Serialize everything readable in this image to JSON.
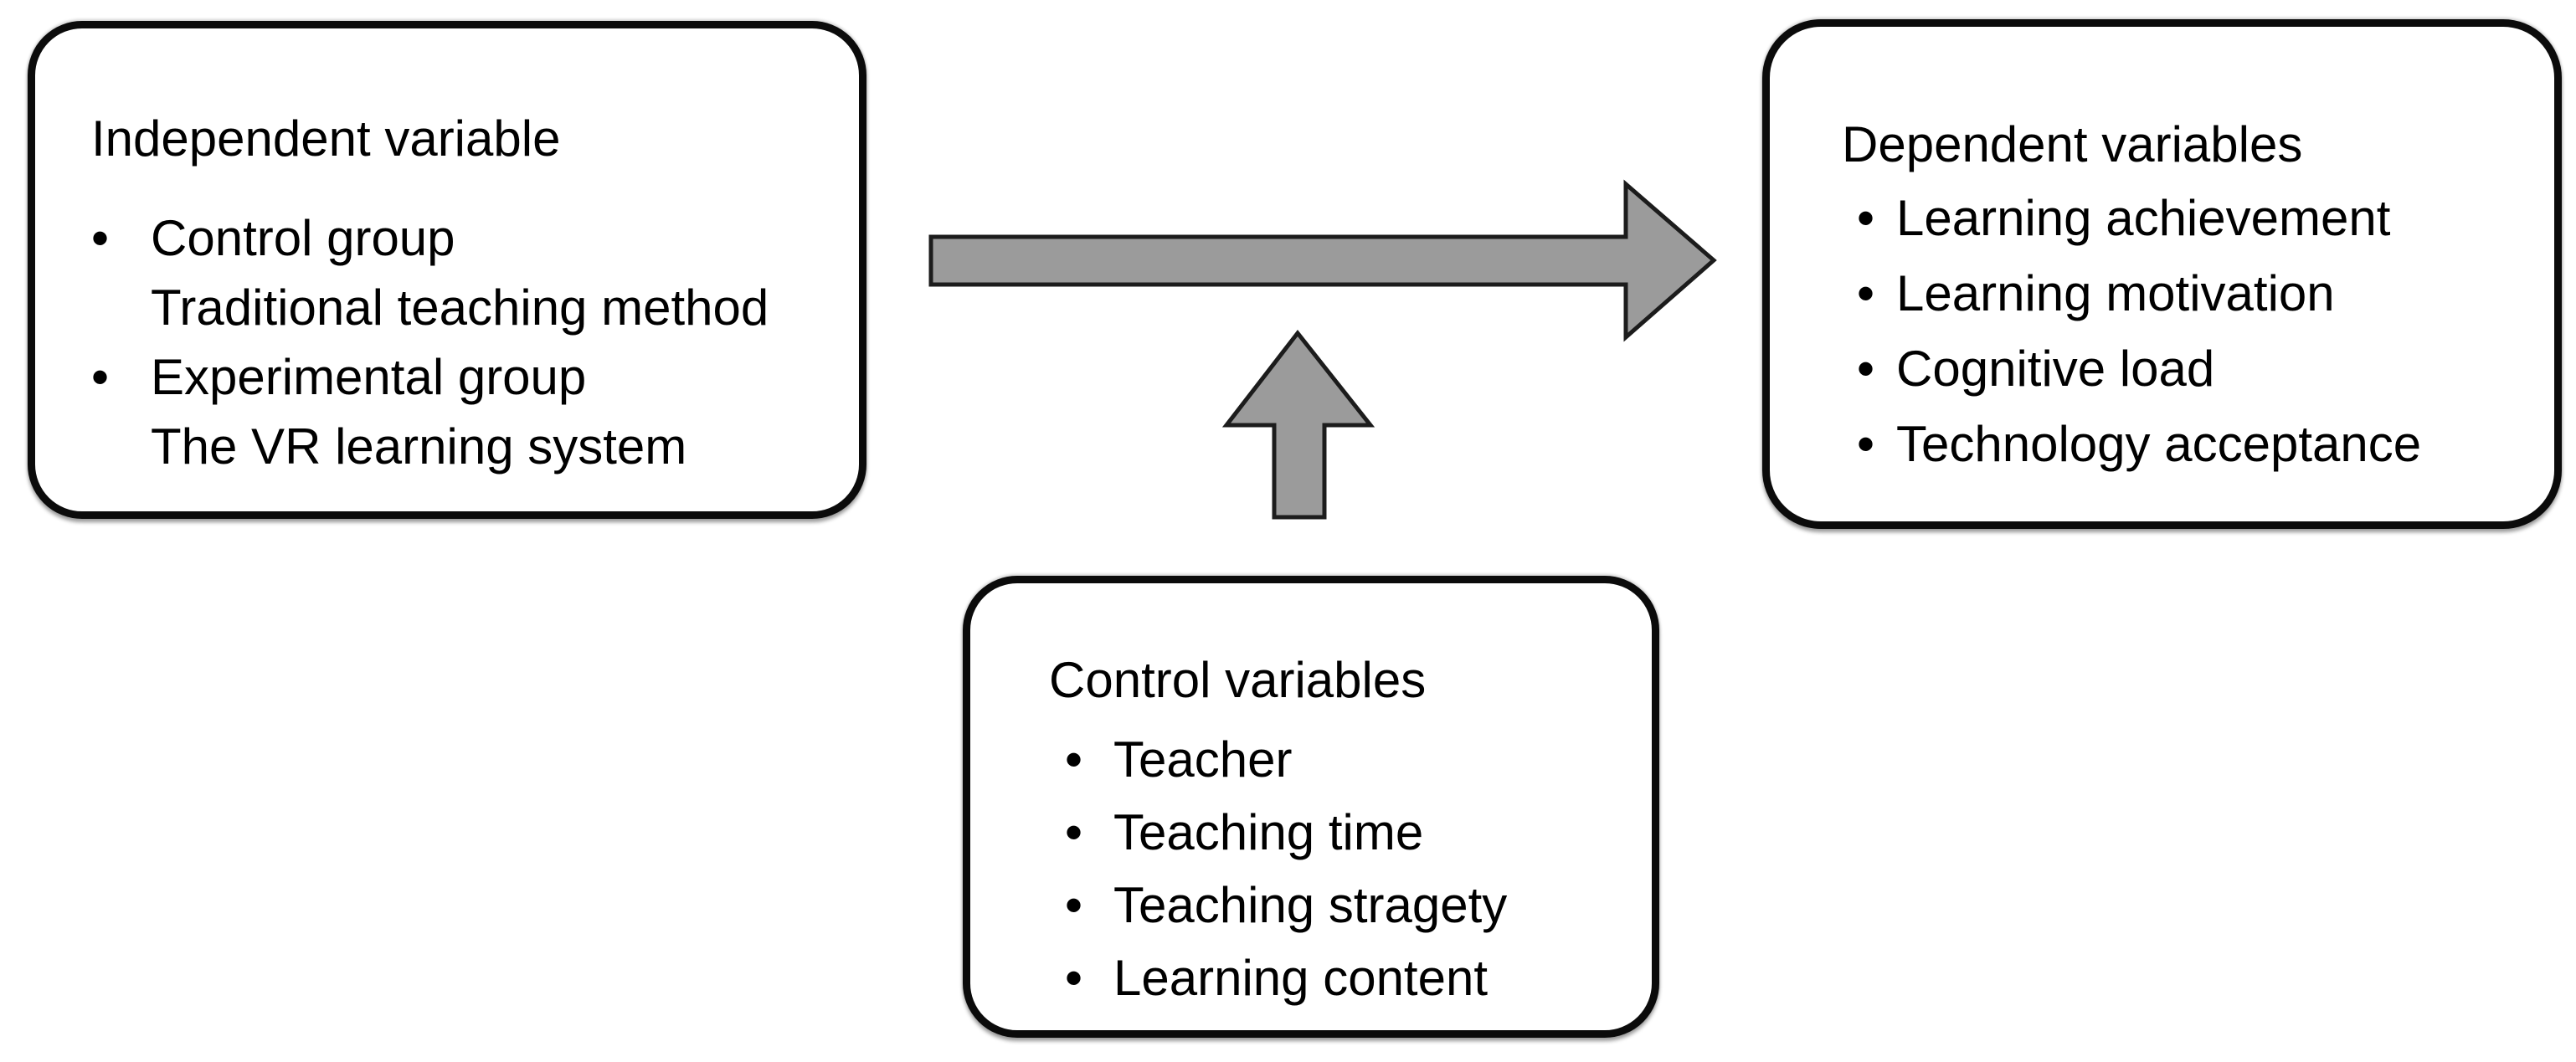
{
  "diagram": {
    "glyphs": {
      "bullet": "•"
    },
    "colors": {
      "arrow_fill": "#9b9b9b",
      "arrow_stroke": "#1c1c1c",
      "box_border": "#0b0b0b",
      "background": "#ffffff",
      "text": "#000000"
    },
    "boxes": {
      "independent": {
        "title": "Independent variable",
        "items": [
          {
            "text": "Control group",
            "bullet": true
          },
          {
            "text": "Traditional teaching method",
            "bullet": false
          },
          {
            "text": "Experimental group",
            "bullet": true
          },
          {
            "text": "The VR learning system",
            "bullet": false
          }
        ]
      },
      "dependent": {
        "title": "Dependent variables",
        "items": [
          {
            "text": "Learning achievement",
            "bullet": true
          },
          {
            "text": "Learning motivation",
            "bullet": true
          },
          {
            "text": "Cognitive load",
            "bullet": true
          },
          {
            "text": "Technology acceptance",
            "bullet": true
          }
        ]
      },
      "control": {
        "title": "Control variables",
        "items": [
          {
            "text": "Teacher",
            "bullet": true
          },
          {
            "text": "Teaching time",
            "bullet": true
          },
          {
            "text": "Teaching stragety",
            "bullet": true
          },
          {
            "text": "Learning content",
            "bullet": true
          }
        ]
      }
    },
    "arrows": [
      {
        "name": "independent-to-dependent",
        "direction": "right"
      },
      {
        "name": "control-to-relationship",
        "direction": "up"
      }
    ]
  }
}
